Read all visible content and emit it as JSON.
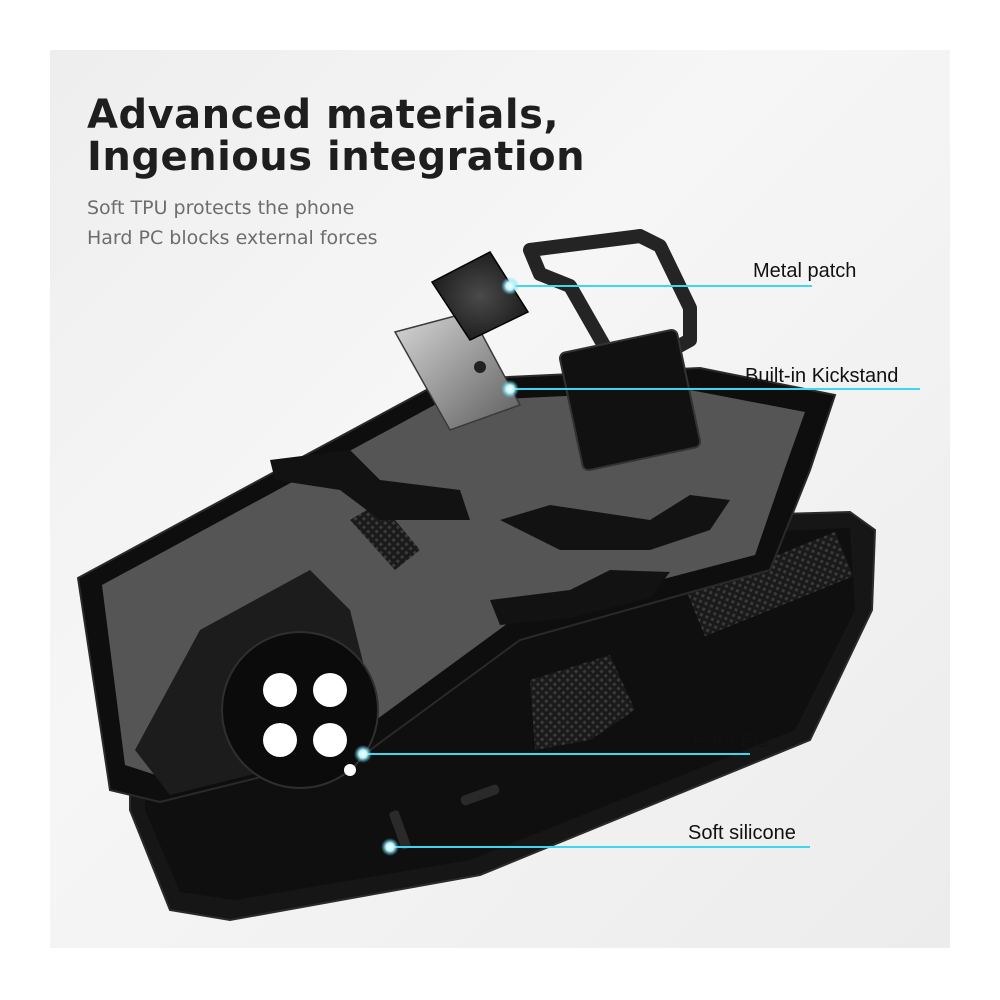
{
  "headline": {
    "line1": "Advanced materials,",
    "line2": "Ingenious integration"
  },
  "subtitle": {
    "line1": "Soft TPU protects the phone",
    "line2": "Hard PC blocks external forces"
  },
  "callouts": {
    "metal_patch": "Metal patch",
    "kickstand": "Built-in Kickstand",
    "hard_pc": "Hard PC",
    "soft_silicone": "Soft silicone"
  },
  "colors": {
    "callout_line": "#3fd6f0",
    "case_body": "#141414",
    "headline": "#1e1e1e",
    "subtitle": "#6d6d6d"
  }
}
